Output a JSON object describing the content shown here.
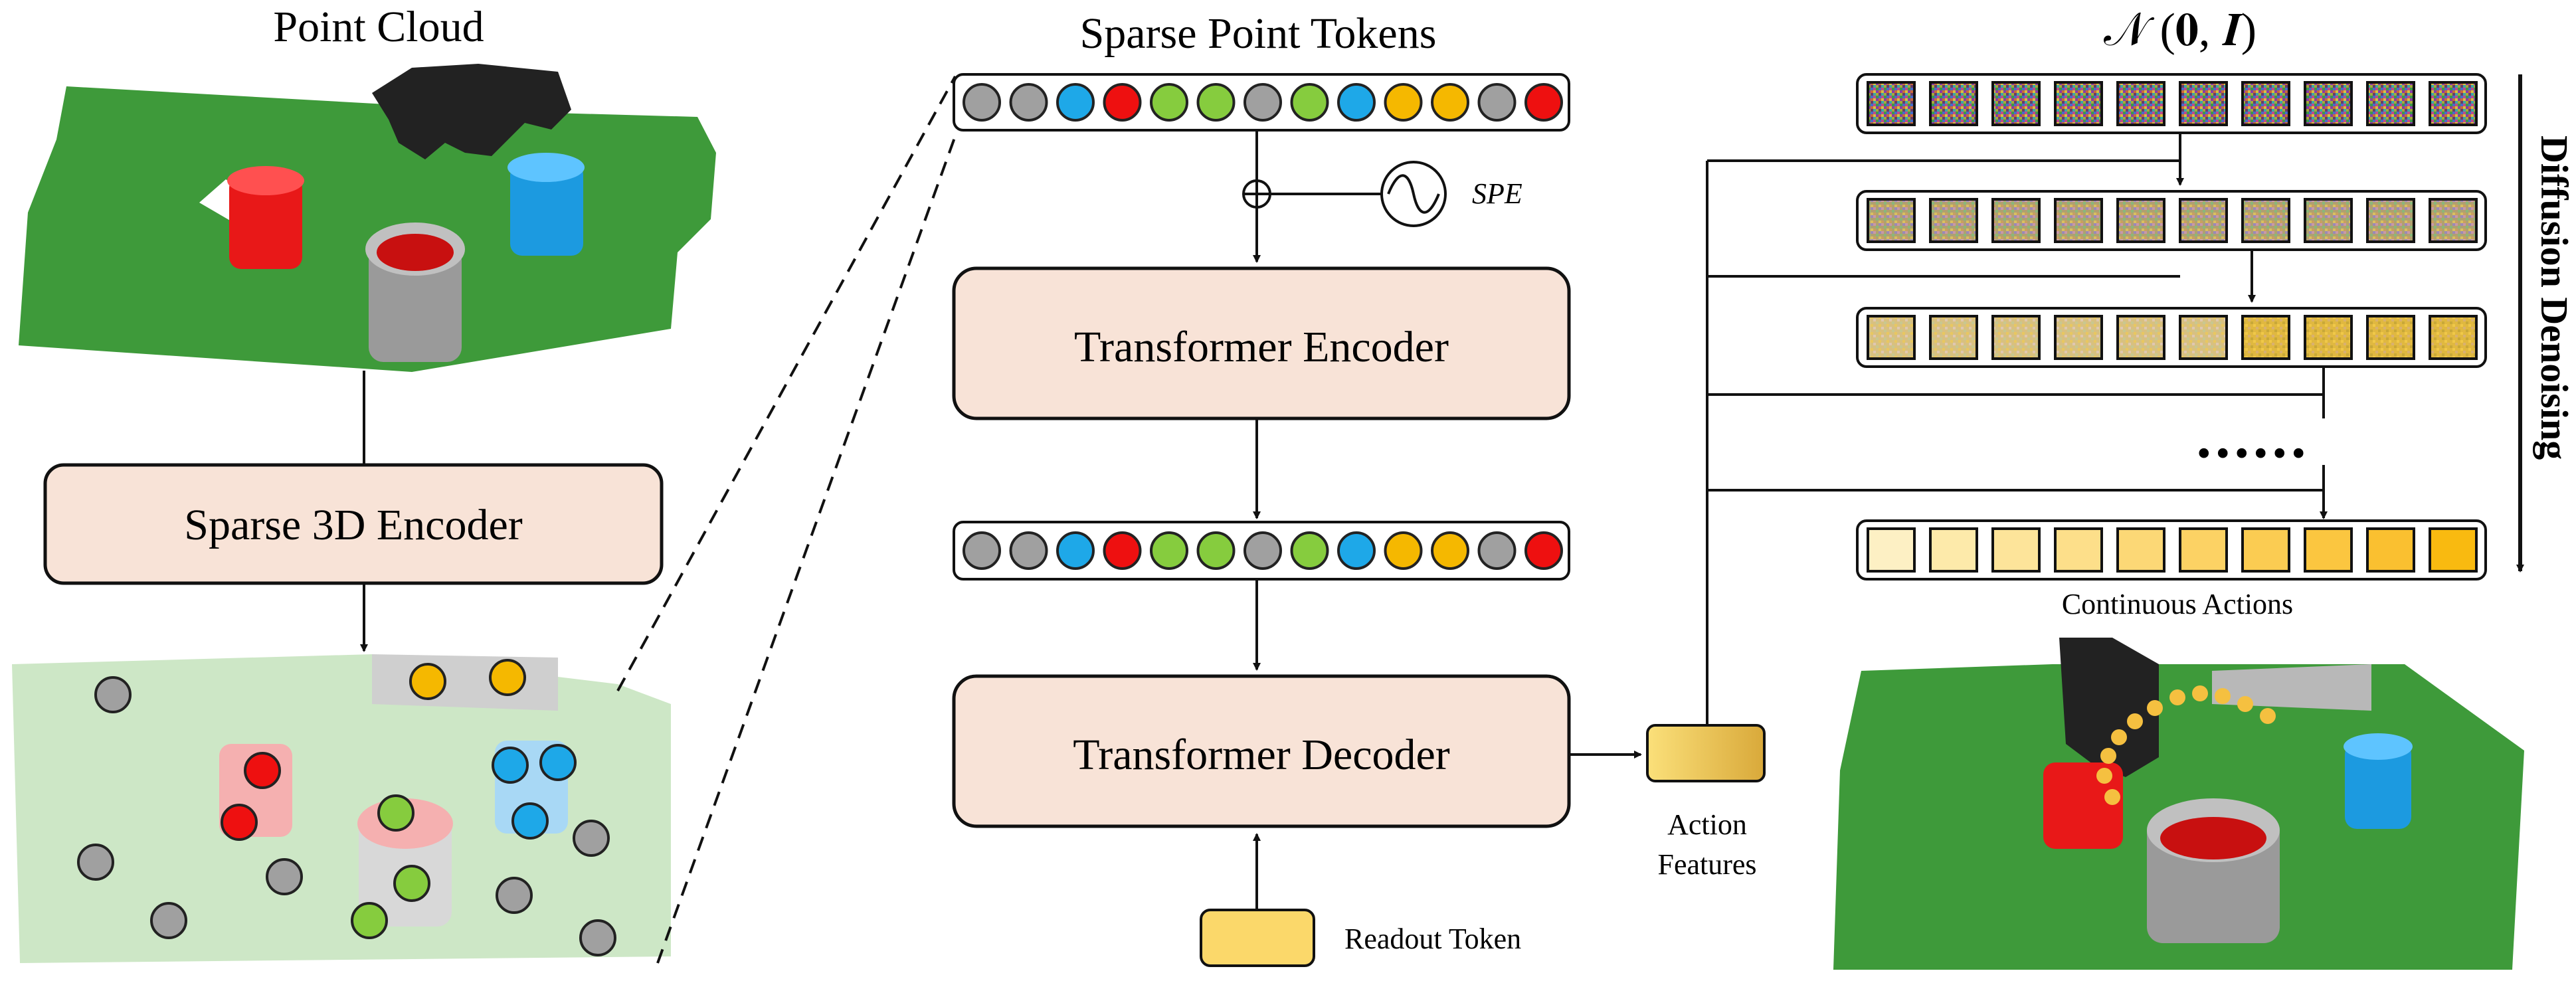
{
  "left_panel": {
    "title": "Point Cloud",
    "encoder_label": "Sparse 3D Encoder"
  },
  "middle_panel": {
    "title": "Sparse Point Tokens",
    "spe_label": "SPE",
    "encoder_label": "Transformer Encoder",
    "decoder_label": "Transformer Decoder",
    "readout_label": "Readout Token",
    "token_colors": [
      "gray",
      "gray",
      "blue",
      "red",
      "green",
      "green",
      "gray",
      "green",
      "blue",
      "yellow",
      "yellow",
      "gray",
      "red"
    ]
  },
  "action_features": {
    "line1": "Action",
    "line2": "Features"
  },
  "right_panel": {
    "noise_label": "𝒩 (𝟎, 𝑰)",
    "side_label": "Diffusion Denoising",
    "ellipsis": "......",
    "output_label": "Continuous Actions"
  },
  "colors": {
    "box_fill": "#f8e3d7",
    "token_gray": "#a0a0a0",
    "token_blue": "#1ea8e8",
    "token_red": "#ee1010",
    "token_green": "#86cc3e",
    "token_yellow": "#f5b800",
    "readout_fill": "#fbd86a",
    "table_green": "#3e9a3a"
  }
}
